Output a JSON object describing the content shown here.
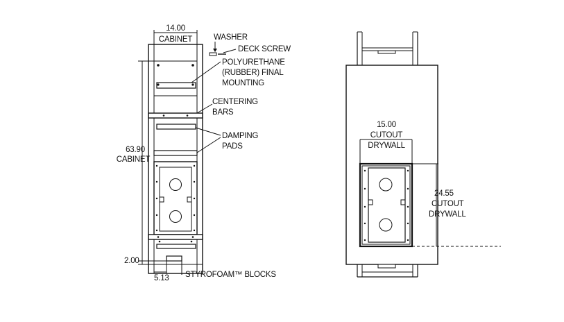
{
  "left_view": {
    "cabinet_width": [
      "14.00",
      "CABINET"
    ],
    "washer": "WASHER",
    "deck_screw": "DECK SCREW",
    "polyurethane": [
      "POLYURETHANE",
      "(RUBBER) FINAL",
      "MOUNTING"
    ],
    "centering_bars": [
      "CENTERING",
      "BARS"
    ],
    "damping_pads": [
      "DAMPING",
      "PADS"
    ],
    "cabinet_height": [
      "63.90",
      "CABINET"
    ],
    "bottom_offset": "2.00",
    "base_width": "5.13",
    "styrofoam": "STYROFOAM™ BLOCKS"
  },
  "right_view": {
    "cutout_width": [
      "15.00",
      "CUTOUT",
      "DRYWALL"
    ],
    "cutout_height": [
      "24.55",
      "CUTOUT",
      "DRYWALL"
    ]
  }
}
